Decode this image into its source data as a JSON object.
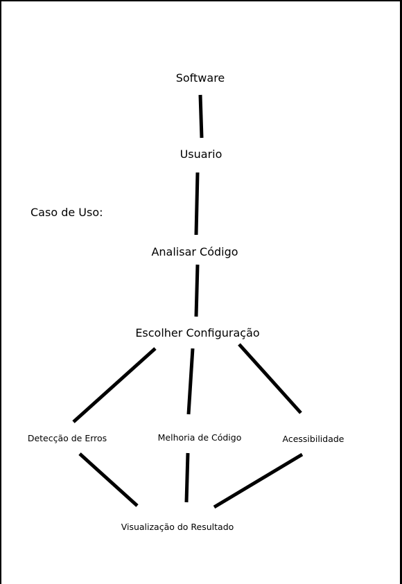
{
  "diagram": {
    "side_label": "Caso de Uso:",
    "nodes": {
      "software": "Software",
      "usuario": "Usuario",
      "analisar": "Analisar Código",
      "escolher": "Escolher Configuração",
      "deteccao": "Detecção de Erros",
      "melhoria": "Melhoria de Código",
      "acessibilidade": "Acessibilidade",
      "visualizacao": "Visualização do Resultado"
    },
    "edges": [
      [
        "software",
        "usuario"
      ],
      [
        "usuario",
        "analisar"
      ],
      [
        "analisar",
        "escolher"
      ],
      [
        "escolher",
        "deteccao"
      ],
      [
        "escolher",
        "melhoria"
      ],
      [
        "escolher",
        "acessibilidade"
      ],
      [
        "deteccao",
        "visualizacao"
      ],
      [
        "melhoria",
        "visualizacao"
      ],
      [
        "acessibilidade",
        "visualizacao"
      ]
    ],
    "colors": {
      "background": "#ffffff",
      "frame": "#000000",
      "line": "#000000"
    }
  }
}
